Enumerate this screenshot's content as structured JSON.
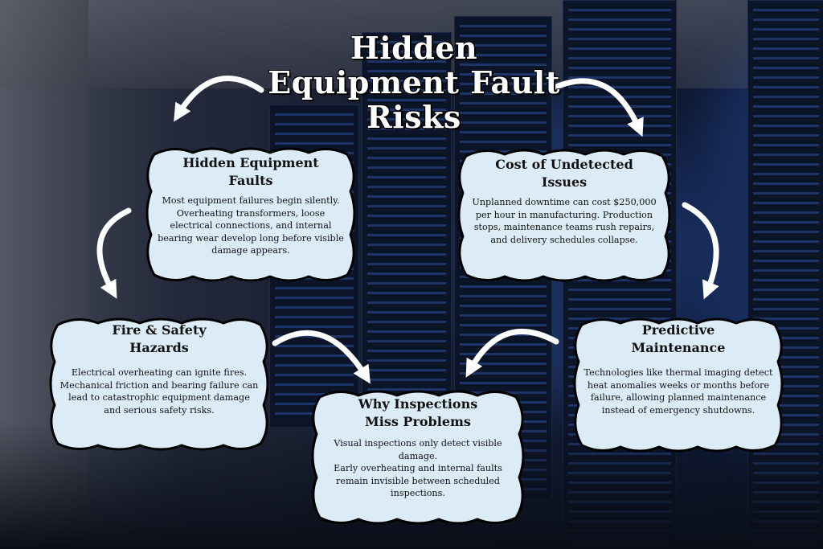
{
  "title": "Hidden Equipment Fault Risks",
  "cards": [
    {
      "heading": "Hidden Equipment Faults",
      "body": "Most equipment failures begin silently. Overheating transformers, loose electrical connections, and internal bearing wear develop long before visible damage appears."
    },
    {
      "heading": "Cost of Undetected Issues",
      "body": "Unplanned downtime can cost $250,000 per hour in manufacturing. Production stops, maintenance teams rush repairs, and delivery schedules collapse."
    },
    {
      "heading": "Fire & Safety Hazards",
      "body": "Electrical overheating can ignite fires. Mechanical friction and bearing failure can lead to catastrophic equipment damage and serious safety risks."
    },
    {
      "heading": "Predictive Maintenance",
      "body": "Technologies like thermal imaging detect heat anomalies weeks or months before failure, allowing planned maintenance instead of emergency shutdowns."
    },
    {
      "heading": "Why Inspections Miss Problems",
      "body_lines": [
        "Visual inspections only detect visible damage.",
        "Early overheating and internal faults remain invisible between scheduled inspections."
      ]
    }
  ],
  "colors": {
    "card_fill": "#dcecf7",
    "card_stroke": "#000000",
    "arrow": "#ffffff"
  }
}
